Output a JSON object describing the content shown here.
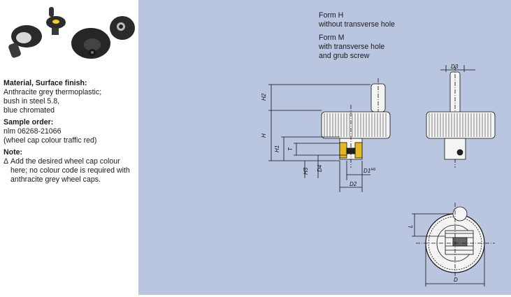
{
  "material_heading": "Material, Surface finish:",
  "material_lines": [
    "Anthracite grey thermoplastic;",
    "bush in steel 5.8,",
    "blue chromated"
  ],
  "sample_heading": "Sample order:",
  "sample_lines": [
    "nlm 06268-21066",
    "(wheel cap colour traffic red)"
  ],
  "note_heading": "Note:",
  "note_symbol": "Δ",
  "note_lines": [
    "Add the desired wheel cap colour",
    "here; no colour code is required with",
    "anthracite grey wheel caps."
  ],
  "form_h": {
    "title": "Form H",
    "desc": "without transverse hole"
  },
  "form_m": {
    "title": "Form M",
    "desc_1": "with transverse hole",
    "desc_2": "and grub screw"
  },
  "dims": {
    "H2": "H2",
    "H": "H",
    "H1": "H1",
    "T": "T",
    "H3": "H3",
    "D4": "D4",
    "D1": "D1",
    "D1_tol": "H6",
    "D2": "D2",
    "D3": "D3",
    "L": "L",
    "D": "D"
  },
  "colors": {
    "panel": "#bac5e0",
    "cap_yellow": "#f2d21b",
    "knob": "#2b2b2b"
  }
}
